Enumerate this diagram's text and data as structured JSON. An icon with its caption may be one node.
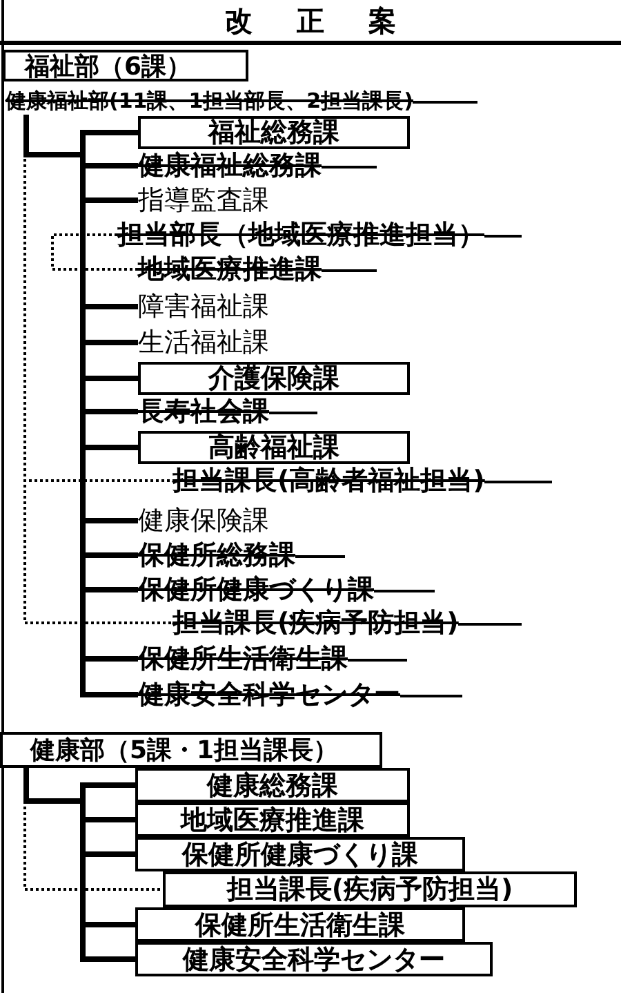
{
  "diagram": {
    "title": "改正案",
    "nodes": [
      {
        "text": [
          "福祉部（6課）"
        ]
      },
      {
        "text": [
          "健康福祉部(11課、1担当部長、2担当課長)"
        ]
      },
      {
        "text": [
          "福祉総務課"
        ]
      },
      {
        "text": [
          "健康福祉総務課"
        ]
      },
      {
        "text": [
          "指導監査課"
        ]
      },
      {
        "text": [
          "担当部長（地域医療推進担当）"
        ]
      },
      {
        "text": [
          "地域医療推進課"
        ]
      },
      {
        "text": [
          "障害福祉課"
        ]
      },
      {
        "text": [
          "生活福祉課"
        ]
      },
      {
        "text": [
          "介護保険課"
        ]
      },
      {
        "text": [
          "長寿社会課"
        ]
      },
      {
        "text": [
          "高齢福祉課"
        ]
      },
      {
        "text": [
          "担当課長(高齢者福祉担当)"
        ]
      },
      {
        "text": [
          "健康保険課"
        ]
      },
      {
        "text": [
          "保健所総務課"
        ]
      },
      {
        "text": [
          "保健所健康づくり課"
        ]
      },
      {
        "text": [
          "担当課長(疾病予防担当)"
        ]
      },
      {
        "text": [
          "保健所生活衛生課"
        ]
      },
      {
        "text": [
          "健康安全科学センター"
        ]
      },
      {
        "text": [
          "健康部（5課・1担当課長）"
        ]
      },
      {
        "text": [
          "健康総務課"
        ]
      },
      {
        "text": [
          "地域医療推進課"
        ]
      },
      {
        "text": [
          "保健所健康づくり課"
        ]
      },
      {
        "text": [
          "担当課長(疾病予防担当)"
        ]
      },
      {
        "text": [
          "保健所生活衛生課"
        ]
      },
      {
        "text": [
          "健康安全科学センター"
        ]
      }
    ],
    "edges": [
      {
        "from": 1,
        "to": 2,
        "arrow": "none"
      },
      {
        "from": 1,
        "to": 3,
        "arrow": "none"
      },
      {
        "from": 1,
        "to": 4,
        "arrow": "none"
      },
      {
        "from": 5,
        "to": 6,
        "arrow": "none",
        "style": "dashed"
      },
      {
        "from": 1,
        "to": 7,
        "arrow": "none"
      },
      {
        "from": 1,
        "to": 8,
        "arrow": "none"
      },
      {
        "from": 1,
        "to": 9,
        "arrow": "none"
      },
      {
        "from": 1,
        "to": 10,
        "arrow": "none"
      },
      {
        "from": 1,
        "to": 11,
        "arrow": "none"
      },
      {
        "from": 1,
        "to": 12,
        "arrow": "none",
        "style": "dashed"
      },
      {
        "from": 1,
        "to": 13,
        "arrow": "none"
      },
      {
        "from": 1,
        "to": 14,
        "arrow": "none"
      },
      {
        "from": 1,
        "to": 15,
        "arrow": "none"
      },
      {
        "from": 1,
        "to": 16,
        "arrow": "none",
        "style": "dashed"
      },
      {
        "from": 1,
        "to": 17,
        "arrow": "none"
      },
      {
        "from": 1,
        "to": 18,
        "arrow": "none"
      },
      {
        "from": 19,
        "to": 20,
        "arrow": "none"
      },
      {
        "from": 19,
        "to": 21,
        "arrow": "none"
      },
      {
        "from": 19,
        "to": 22,
        "arrow": "none"
      },
      {
        "from": 19,
        "to": 23,
        "arrow": "none",
        "style": "dashed"
      },
      {
        "from": 19,
        "to": 24,
        "arrow": "none"
      },
      {
        "from": 19,
        "to": 25,
        "arrow": "none"
      }
    ]
  }
}
